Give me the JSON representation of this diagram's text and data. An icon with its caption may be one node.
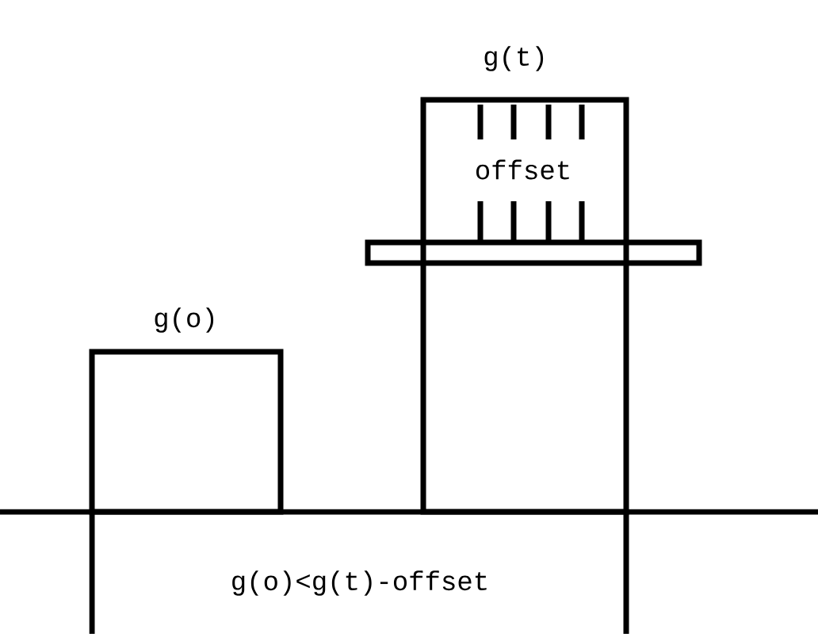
{
  "diagram": {
    "nodes": [
      {
        "text": [
          "g(o)"
        ]
      },
      {
        "text": [
          "g(t)",
          "offset"
        ]
      },
      {
        "text": [],
        "shape": "bar"
      }
    ],
    "labels": [
      "g(o)<g(t)-offset"
    ]
  }
}
